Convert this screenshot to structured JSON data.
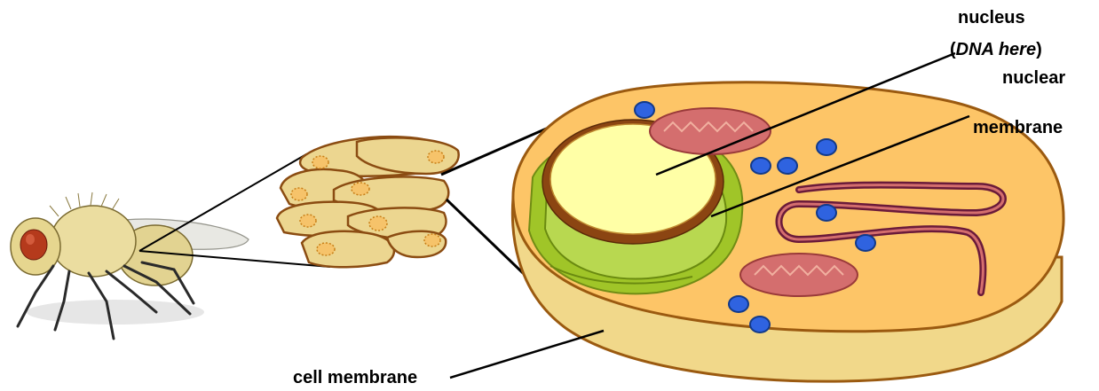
{
  "labels": {
    "nucleus": "nucleus",
    "dna_open": "(",
    "dna_italic": "DNA here",
    "dna_close": ")",
    "nuclear_line1": "nuclear",
    "nuclear_line2": "membrane",
    "cell_membrane": "cell membrane"
  },
  "colors": {
    "cell_fill": "#fdc567",
    "cell_base": "#f1d88a",
    "outline": "#9b5a10",
    "nucleus_fill": "#ffffa6",
    "nuclear_ring": "#8b4512",
    "er_green": "#9cc525",
    "mitochondria": "#d46e6e",
    "vesicle": "#2f63e0",
    "tissue_fill": "#ecd690",
    "fly_body": "#e9d9a0"
  }
}
